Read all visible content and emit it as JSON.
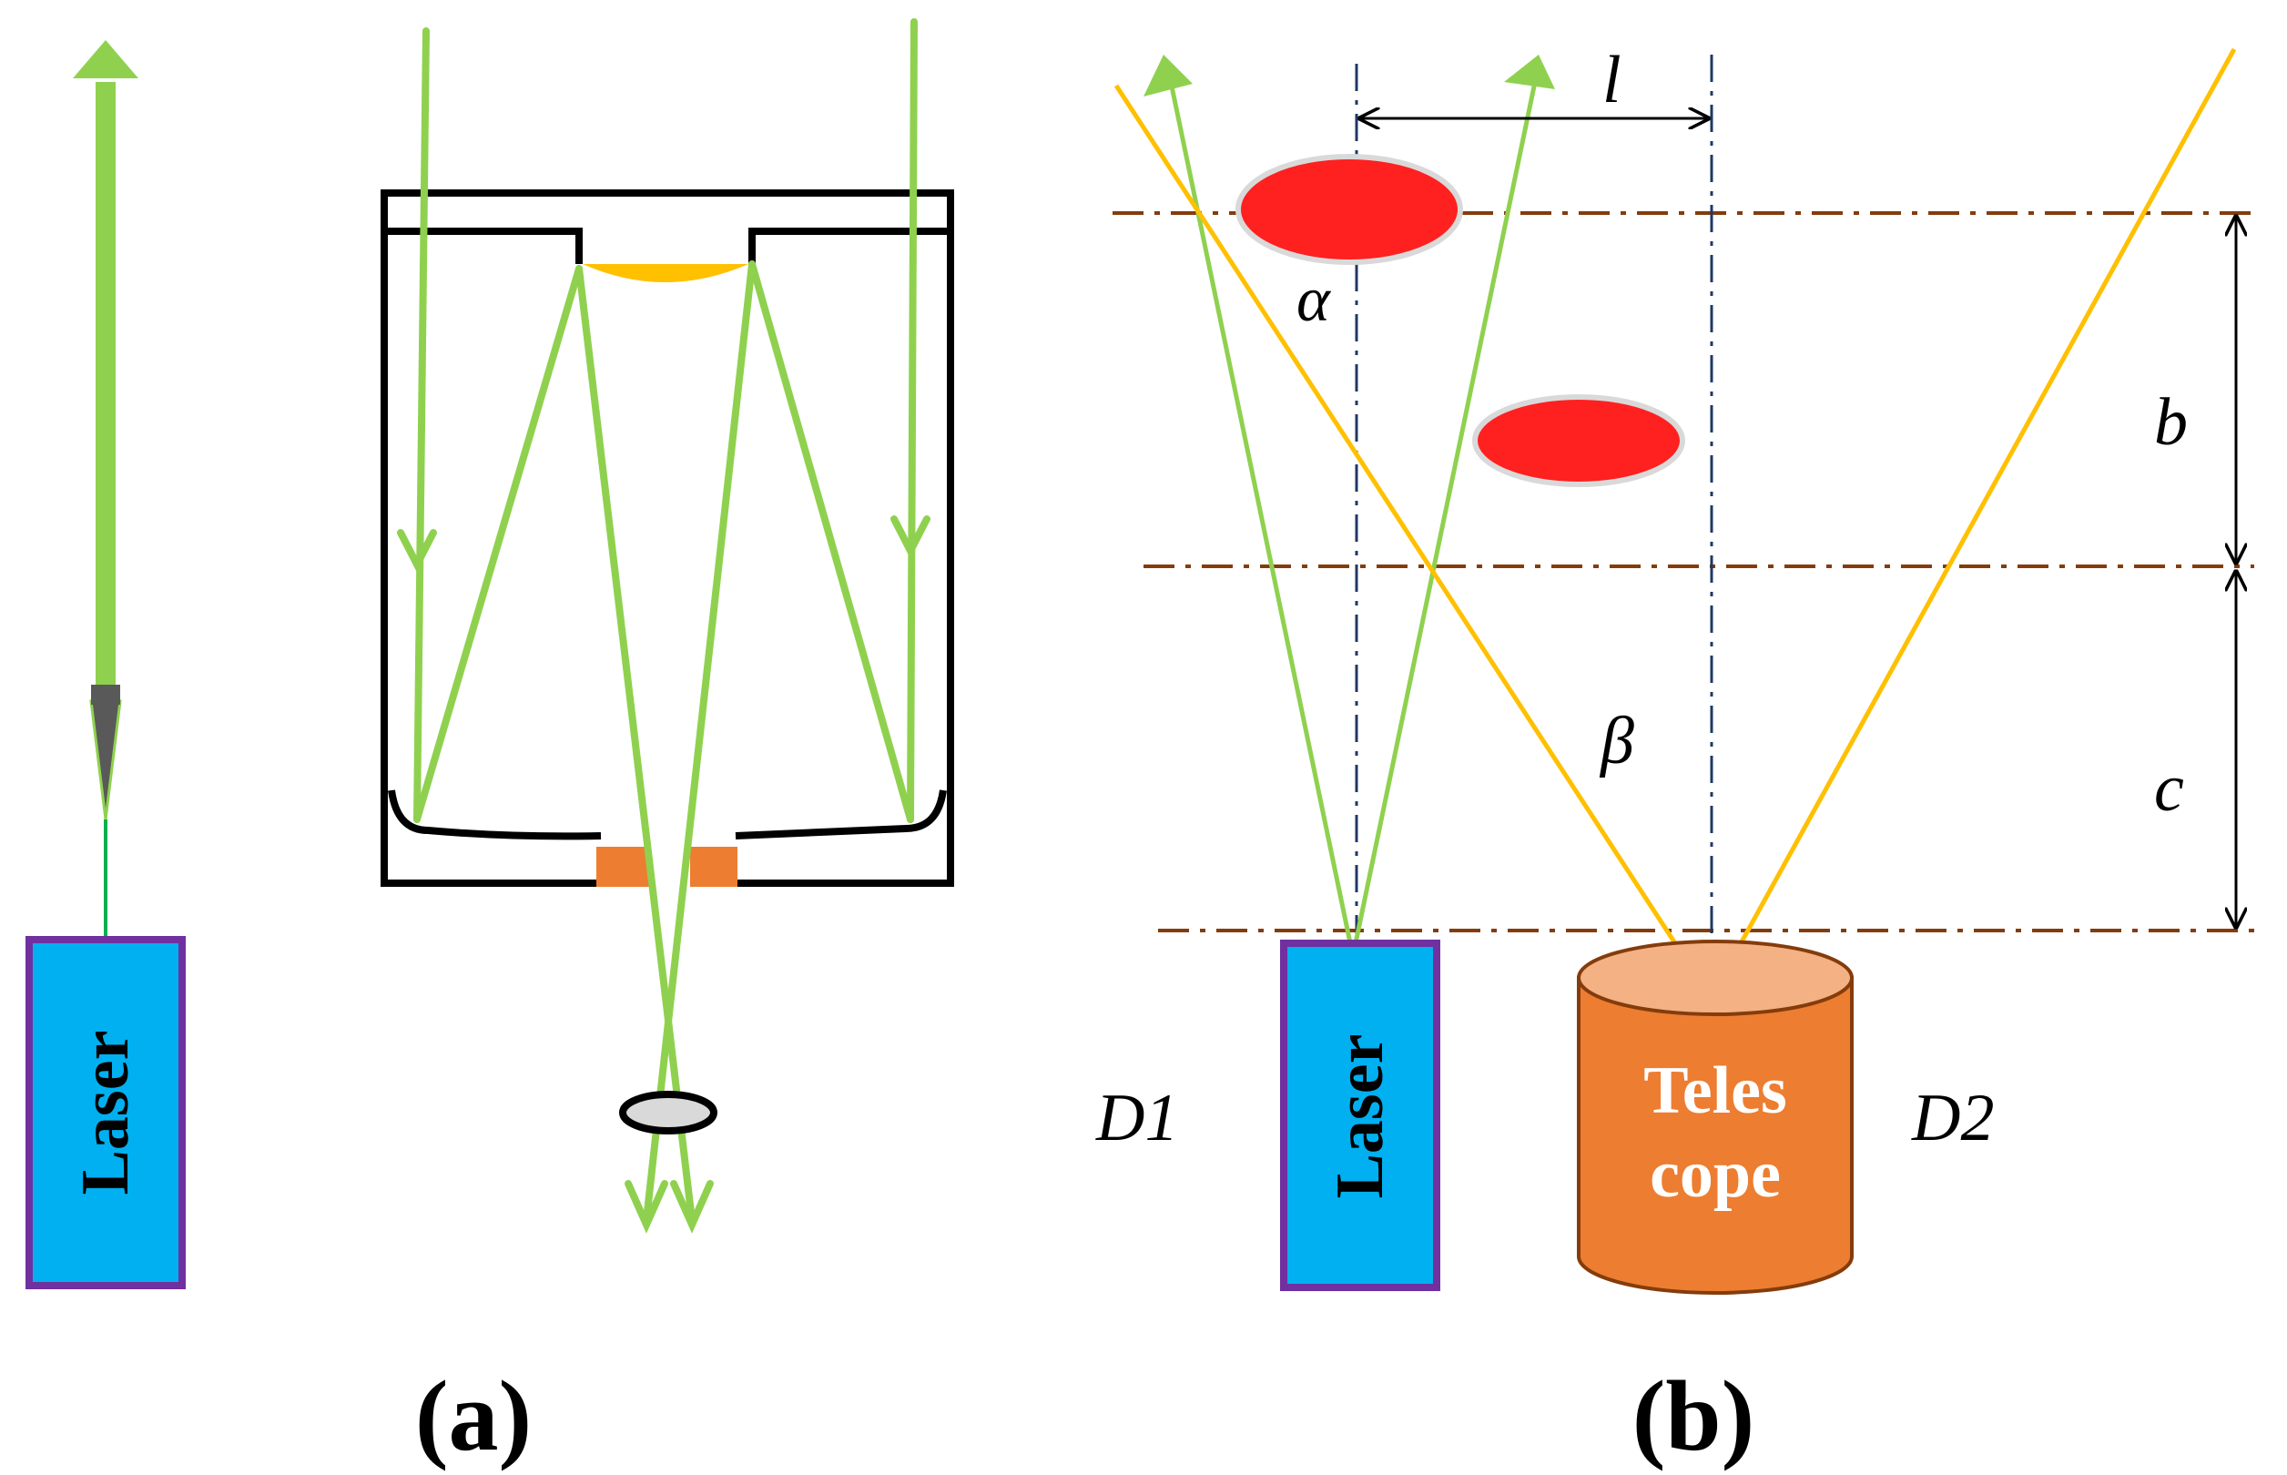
{
  "colors": {
    "beam_green": "#8fd14f",
    "return_yellow": "#ffc000",
    "laser_box_fill": "#00b0f0",
    "laser_box_border": "#7030a0",
    "telescope_body": "#ed7d31",
    "telescope_top": "#f4b183",
    "droplet_red": "#ff2020",
    "guide_line_brown": "#843c0c",
    "guide_line_blue": "#1f3864",
    "orange_block": "#ed7d31"
  },
  "panel_a": {
    "laser_label": "Laser",
    "caption": "(a)"
  },
  "panel_b": {
    "laser_label": "Laser",
    "telescope_label_line1": "Teles",
    "telescope_label_line2": "cope",
    "label_D1": "D1",
    "label_D2": "D2",
    "label_alpha": "α",
    "label_beta": "β",
    "label_l": "l",
    "label_b": "b",
    "label_c": "c",
    "caption": "(b)"
  }
}
